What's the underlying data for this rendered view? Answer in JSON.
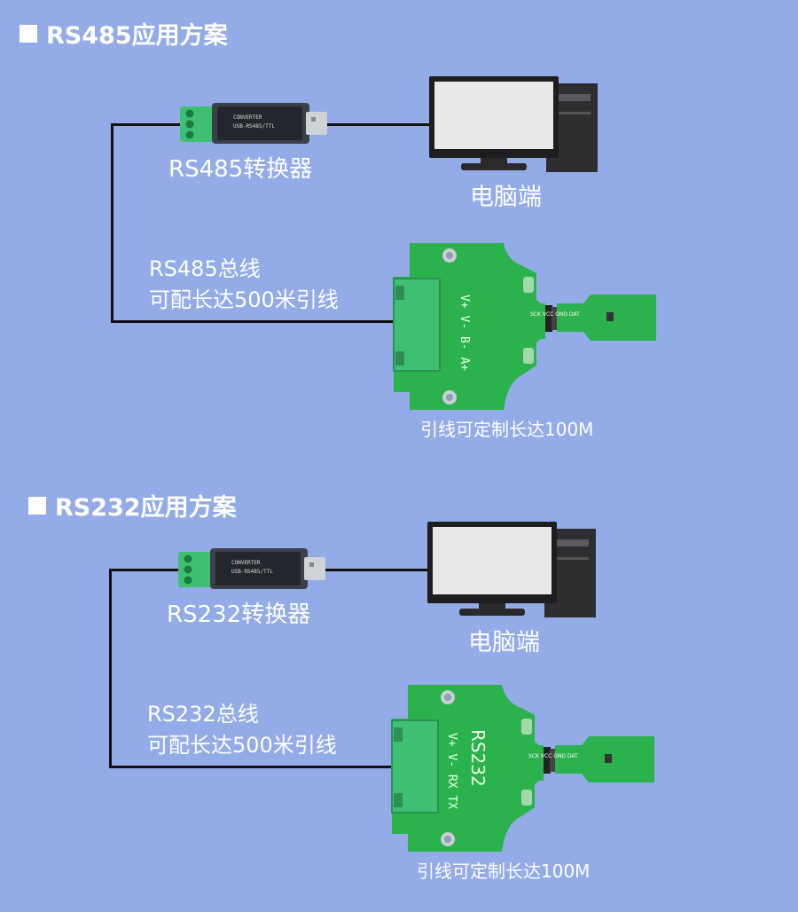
{
  "sections": [
    {
      "heading": "RS485应用方案",
      "converter_label": "RS485转换器",
      "pc_label": "电脑端",
      "bus_label_line1": "RS485总线",
      "bus_label_line2": "可配长达500米引线",
      "cable_label": "引线可定制长达100M",
      "board_pins": "V+ V- B- A+",
      "board_title": "",
      "converter_text": "USB-RS485/TTL",
      "converter_text2": "CONVERTER",
      "sensor_pins": "SCK VCC GND DAT"
    },
    {
      "heading": "RS232应用方案",
      "converter_label": "RS232转换器",
      "pc_label": "电脑端",
      "bus_label_line1": "RS232总线",
      "bus_label_line2": "可配长达500米引线",
      "cable_label": "引线可定制长达100M",
      "board_pins": "V+ V- RX TX",
      "board_title": "RS232",
      "converter_text": "USB-RS485/TTL",
      "converter_text2": "CONVERTER",
      "sensor_pins": "SCK VCC GND DAT"
    }
  ],
  "colors": {
    "background": "#93abe6",
    "pcb_green": "#2bb24c",
    "terminal_green": "#3fbf72",
    "wire": "#111111",
    "label_text": "#ffffff"
  }
}
